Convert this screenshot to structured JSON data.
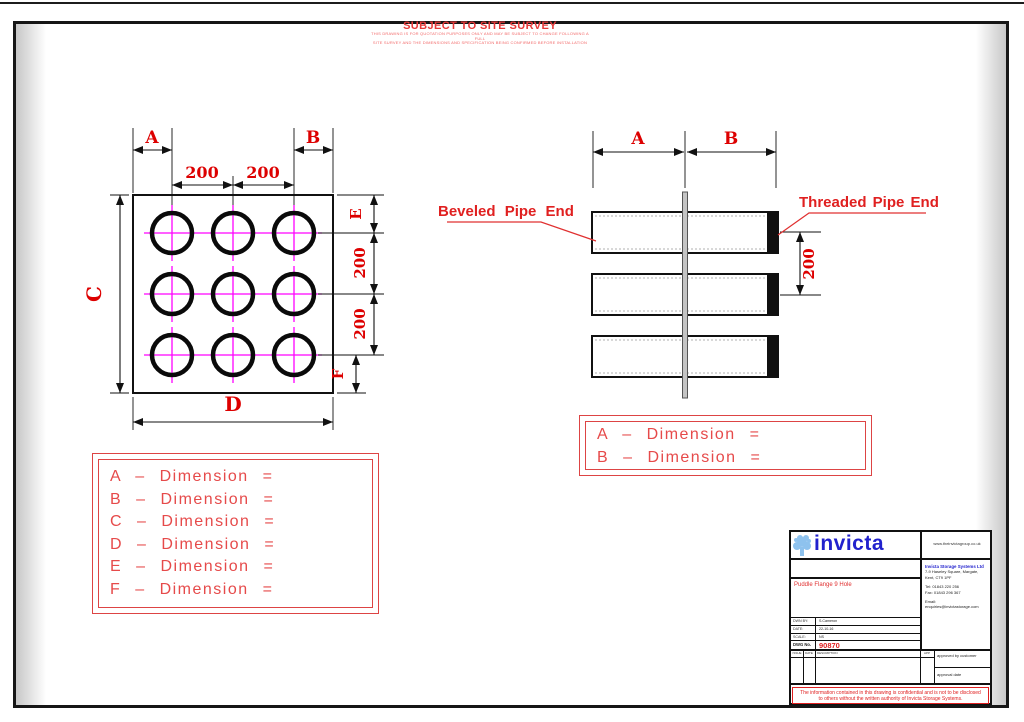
{
  "notice": {
    "title": "SUBJECT TO SITE SURVEY",
    "fine_print_line1": "THIS DRAWING IS FOR QUOTATION PURPOSES ONLY AND MAY BE SUBJECT TO CHANGE FOLLOWING A FULL",
    "fine_print_line2": "SITE SURVEY AND THE DIMENSIONS AND SPECIFICATION BEING CONFIRMED BEFORE INSTALLATION"
  },
  "plan_view": {
    "dim_a": "A",
    "dim_b": "B",
    "dim_c": "C",
    "dim_d": "D",
    "dim_e": "E",
    "dim_f": "F",
    "col_pitch_left": "200",
    "col_pitch_right": "200",
    "row_pitch_top": "200",
    "row_pitch_bottom": "200"
  },
  "side_view": {
    "dim_a": "A",
    "dim_b": "B",
    "row_pitch": "200",
    "beveled_label": "Beveled Pipe End",
    "threaded_label": "Threaded Pipe End"
  },
  "dim_box_left": {
    "rows": [
      "A – Dimension =",
      "B – Dimension =",
      "C – Dimension =",
      "D – Dimension =",
      "E – Dimension =",
      "F – Dimension ="
    ]
  },
  "dim_box_right": {
    "rows": [
      "A – Dimension =",
      "B – Dimension ="
    ]
  },
  "title_block": {
    "logo_text": "invicta",
    "website": "www.theinvictagroup.co.uk",
    "company_name": "Invicta Storage Systems Ltd",
    "address_line1": "7-9 Haseley Square, Margate,",
    "address_line2": "Kent, CT9 1PF",
    "tel": "Tel: 01843 220 256",
    "fax": "Fax: 01843 296 367",
    "email_label": "Email:",
    "email": "enquiries@invictastorage.com",
    "drawing_title": "Puddle Flange 9 Hole",
    "drawn_by_label": "DWN BY:",
    "drawn_by": "S.Cameron",
    "date_label": "DATE:",
    "date": "22-10-16",
    "scale_label": "SCALE:",
    "scale": "NS",
    "dwg_no_label": "DWG No.",
    "dwg_no": "90870",
    "rev_headers": [
      "ISSUE",
      "DATE",
      "DESCRIPTION",
      "APP"
    ],
    "approved_by": "approved by customer",
    "approval_date": "approval date",
    "confidential_line1": "The information contained in this drawing is confidential and is not to be disclosed",
    "confidential_line2": "to others without the written authority of Invicta Storage Systems."
  },
  "colors": {
    "dimension_red": "#dd0000",
    "annotation_red": "#e03030",
    "centerline_magenta": "#ff00ff",
    "logo_blue": "#2121cd"
  }
}
